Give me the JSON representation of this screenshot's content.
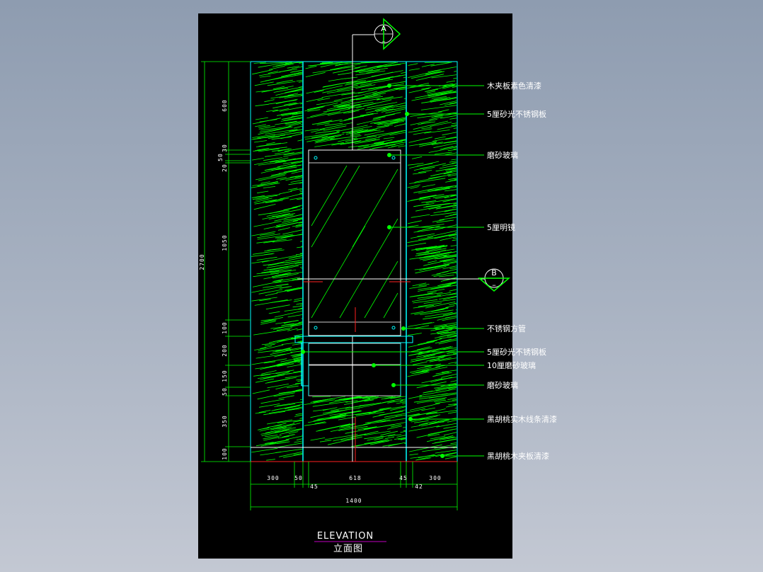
{
  "drawing": {
    "title": "ELEVATION",
    "subtitle": "立面图",
    "section_marks": {
      "a": "A",
      "b": "B",
      "dash": "–"
    }
  },
  "callouts": [
    "木夹板素色清漆",
    "5厘砂光不锈钢板",
    "磨砂玻璃",
    "5厘明镜",
    "不锈钢方管",
    "5厘砂光不锈钢板",
    "10厘磨砂玻璃",
    "磨砂玻璃",
    "黑胡桃实木线条清漆",
    "黑胡桃木夹板清漆"
  ],
  "dimensions": {
    "overall_height": "2700",
    "vertical": [
      "600",
      "30",
      "50",
      "20",
      "1050",
      "100",
      "200",
      "150",
      "50",
      "350",
      "100"
    ],
    "horizontal": [
      "300",
      "50",
      "45",
      "618",
      "45",
      "42",
      "300"
    ],
    "overall_width": "1400"
  },
  "colors": {
    "sheet": "#000000",
    "outline": "#00ffff",
    "grain": "#00ff00",
    "frame": "#ffffff",
    "accent": "#ff2020",
    "underline": "#c000c0"
  }
}
